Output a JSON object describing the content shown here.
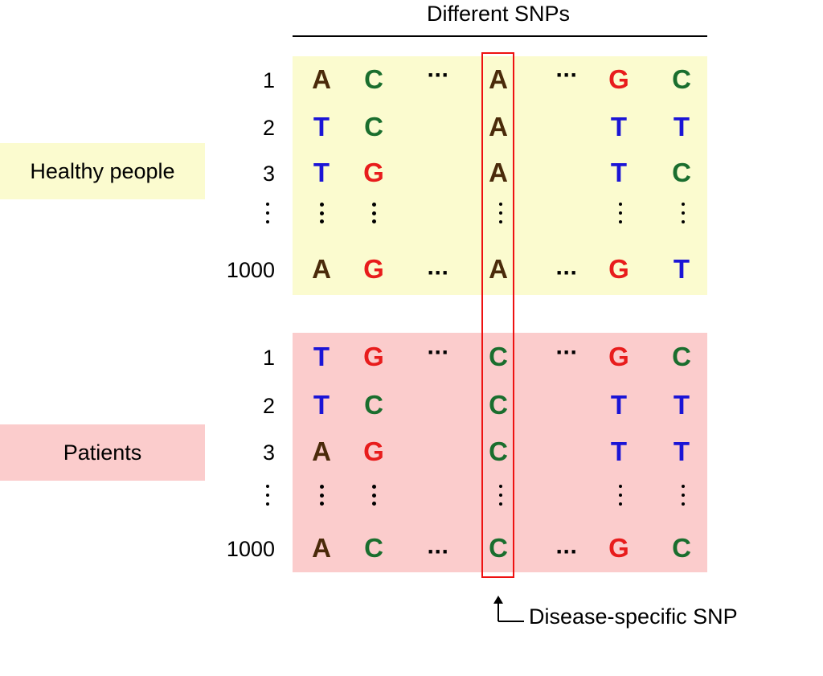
{
  "header": {
    "title": "Different SNPs"
  },
  "colors": {
    "A": "#4a2a0a",
    "C": "#1a6e2e",
    "G": "#e81c1c",
    "T": "#1a14d6",
    "healthy_bg": "#fbfbcf",
    "patients_bg": "#fbcccc",
    "highlight": "#e11111"
  },
  "ellipsis": "···",
  "groups": [
    {
      "label": "Healthy people",
      "rows": [
        {
          "id": "1",
          "bases": [
            "A",
            "C",
            "A",
            "G",
            "C"
          ]
        },
        {
          "id": "2",
          "bases": [
            "T",
            "C",
            "A",
            "T",
            "T"
          ]
        },
        {
          "id": "3",
          "bases": [
            "T",
            "G",
            "A",
            "T",
            "C"
          ]
        },
        {
          "id": "1000",
          "bases": [
            "A",
            "G",
            "A",
            "G",
            "T"
          ]
        }
      ]
    },
    {
      "label": "Patients",
      "rows": [
        {
          "id": "1",
          "bases": [
            "T",
            "G",
            "C",
            "G",
            "C"
          ]
        },
        {
          "id": "2",
          "bases": [
            "T",
            "C",
            "C",
            "T",
            "T"
          ]
        },
        {
          "id": "3",
          "bases": [
            "A",
            "G",
            "C",
            "T",
            "T"
          ]
        },
        {
          "id": "1000",
          "bases": [
            "A",
            "C",
            "C",
            "G",
            "C"
          ]
        }
      ]
    }
  ],
  "annotation": {
    "arrow": "↑",
    "label": "Disease-specific SNP"
  }
}
